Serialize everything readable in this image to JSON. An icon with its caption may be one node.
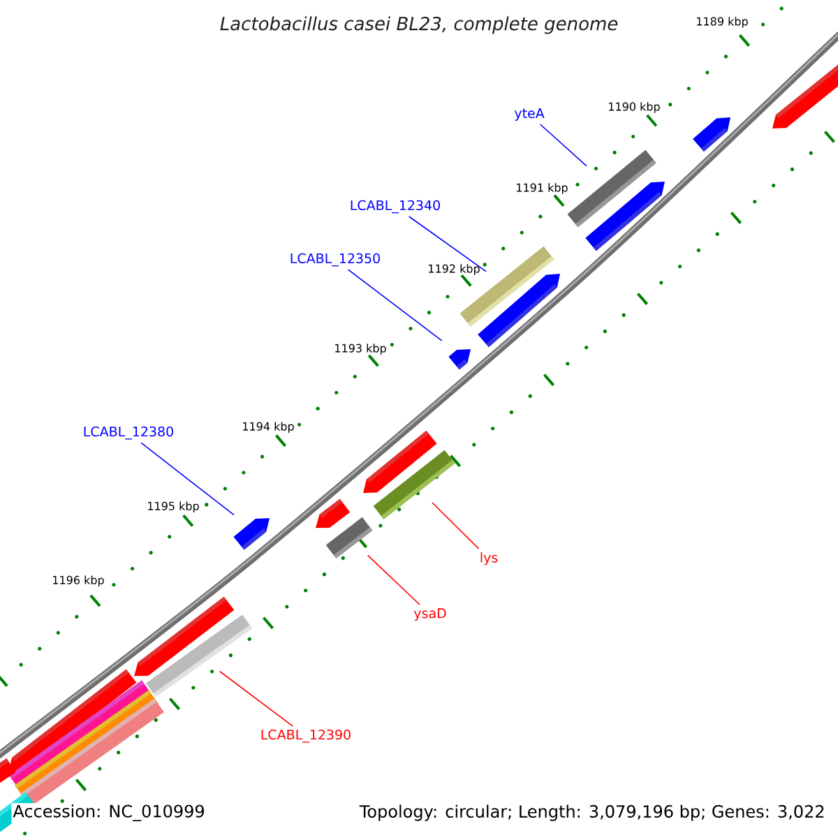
{
  "diagram": {
    "title": "Lactobacillus casei BL23, complete genome",
    "nodes": [
      {
        "text": [
          "yteA"
        ]
      },
      {
        "text": [
          "LCABL_12340"
        ]
      },
      {
        "text": [
          "LCABL_12350"
        ]
      },
      {
        "text": [
          "LCABL_12380"
        ]
      },
      {
        "text": [
          "lys"
        ]
      },
      {
        "text": [
          "ysaD"
        ]
      },
      {
        "text": [
          "LCABL_12390"
        ]
      },
      {
        "text": [],
        "shape": "bar"
      },
      {
        "text": [],
        "shape": "bar"
      },
      {
        "text": [],
        "shape": "bar"
      },
      {
        "text": [],
        "shape": "bar"
      },
      {
        "text": [],
        "shape": "bar"
      },
      {
        "text": [],
        "shape": "bar"
      },
      {
        "text": [],
        "shape": "bar"
      },
      {
        "text": [],
        "shape": "bar"
      },
      {
        "text": [],
        "shape": "bar"
      },
      {
        "text": [],
        "shape": "bar"
      },
      {
        "text": [],
        "shape": "bar"
      },
      {
        "text": [],
        "shape": "bar"
      },
      {
        "text": [],
        "shape": "bar"
      },
      {
        "text": [],
        "shape": "bar"
      },
      {
        "text": [],
        "shape": "bar"
      },
      {
        "text": [],
        "shape": "bar"
      },
      {
        "text": [],
        "shape": "bar"
      },
      {
        "text": [],
        "shape": "bar"
      },
      {
        "text": [],
        "shape": "bar"
      },
      {
        "text": [],
        "shape": "bar"
      }
    ],
    "edges": [
      {
        "from": 0,
        "to": 9,
        "arrow": "none"
      },
      {
        "from": 1,
        "to": 11,
        "arrow": "none"
      },
      {
        "from": 2,
        "to": 13,
        "arrow": "none"
      },
      {
        "from": 3,
        "to": 17,
        "arrow": "none"
      },
      {
        "from": 4,
        "to": 15,
        "arrow": "none",
        "color": "#ff0000"
      },
      {
        "from": 5,
        "to": 18,
        "arrow": "none",
        "color": "#ff0000"
      },
      {
        "from": 6,
        "to": 20,
        "arrow": "none",
        "color": "#ff0000"
      }
    ],
    "labels": [
      "1189 kbp",
      "1190 kbp",
      "1191 kbp",
      "1192 kbp",
      "1193 kbp",
      "1194 kbp",
      "1195 kbp",
      "1196 kbp",
      "Accession: NC_010999",
      "Topology: circular; Length: 3,079,196 bp; Genes: 3,022"
    ]
  }
}
